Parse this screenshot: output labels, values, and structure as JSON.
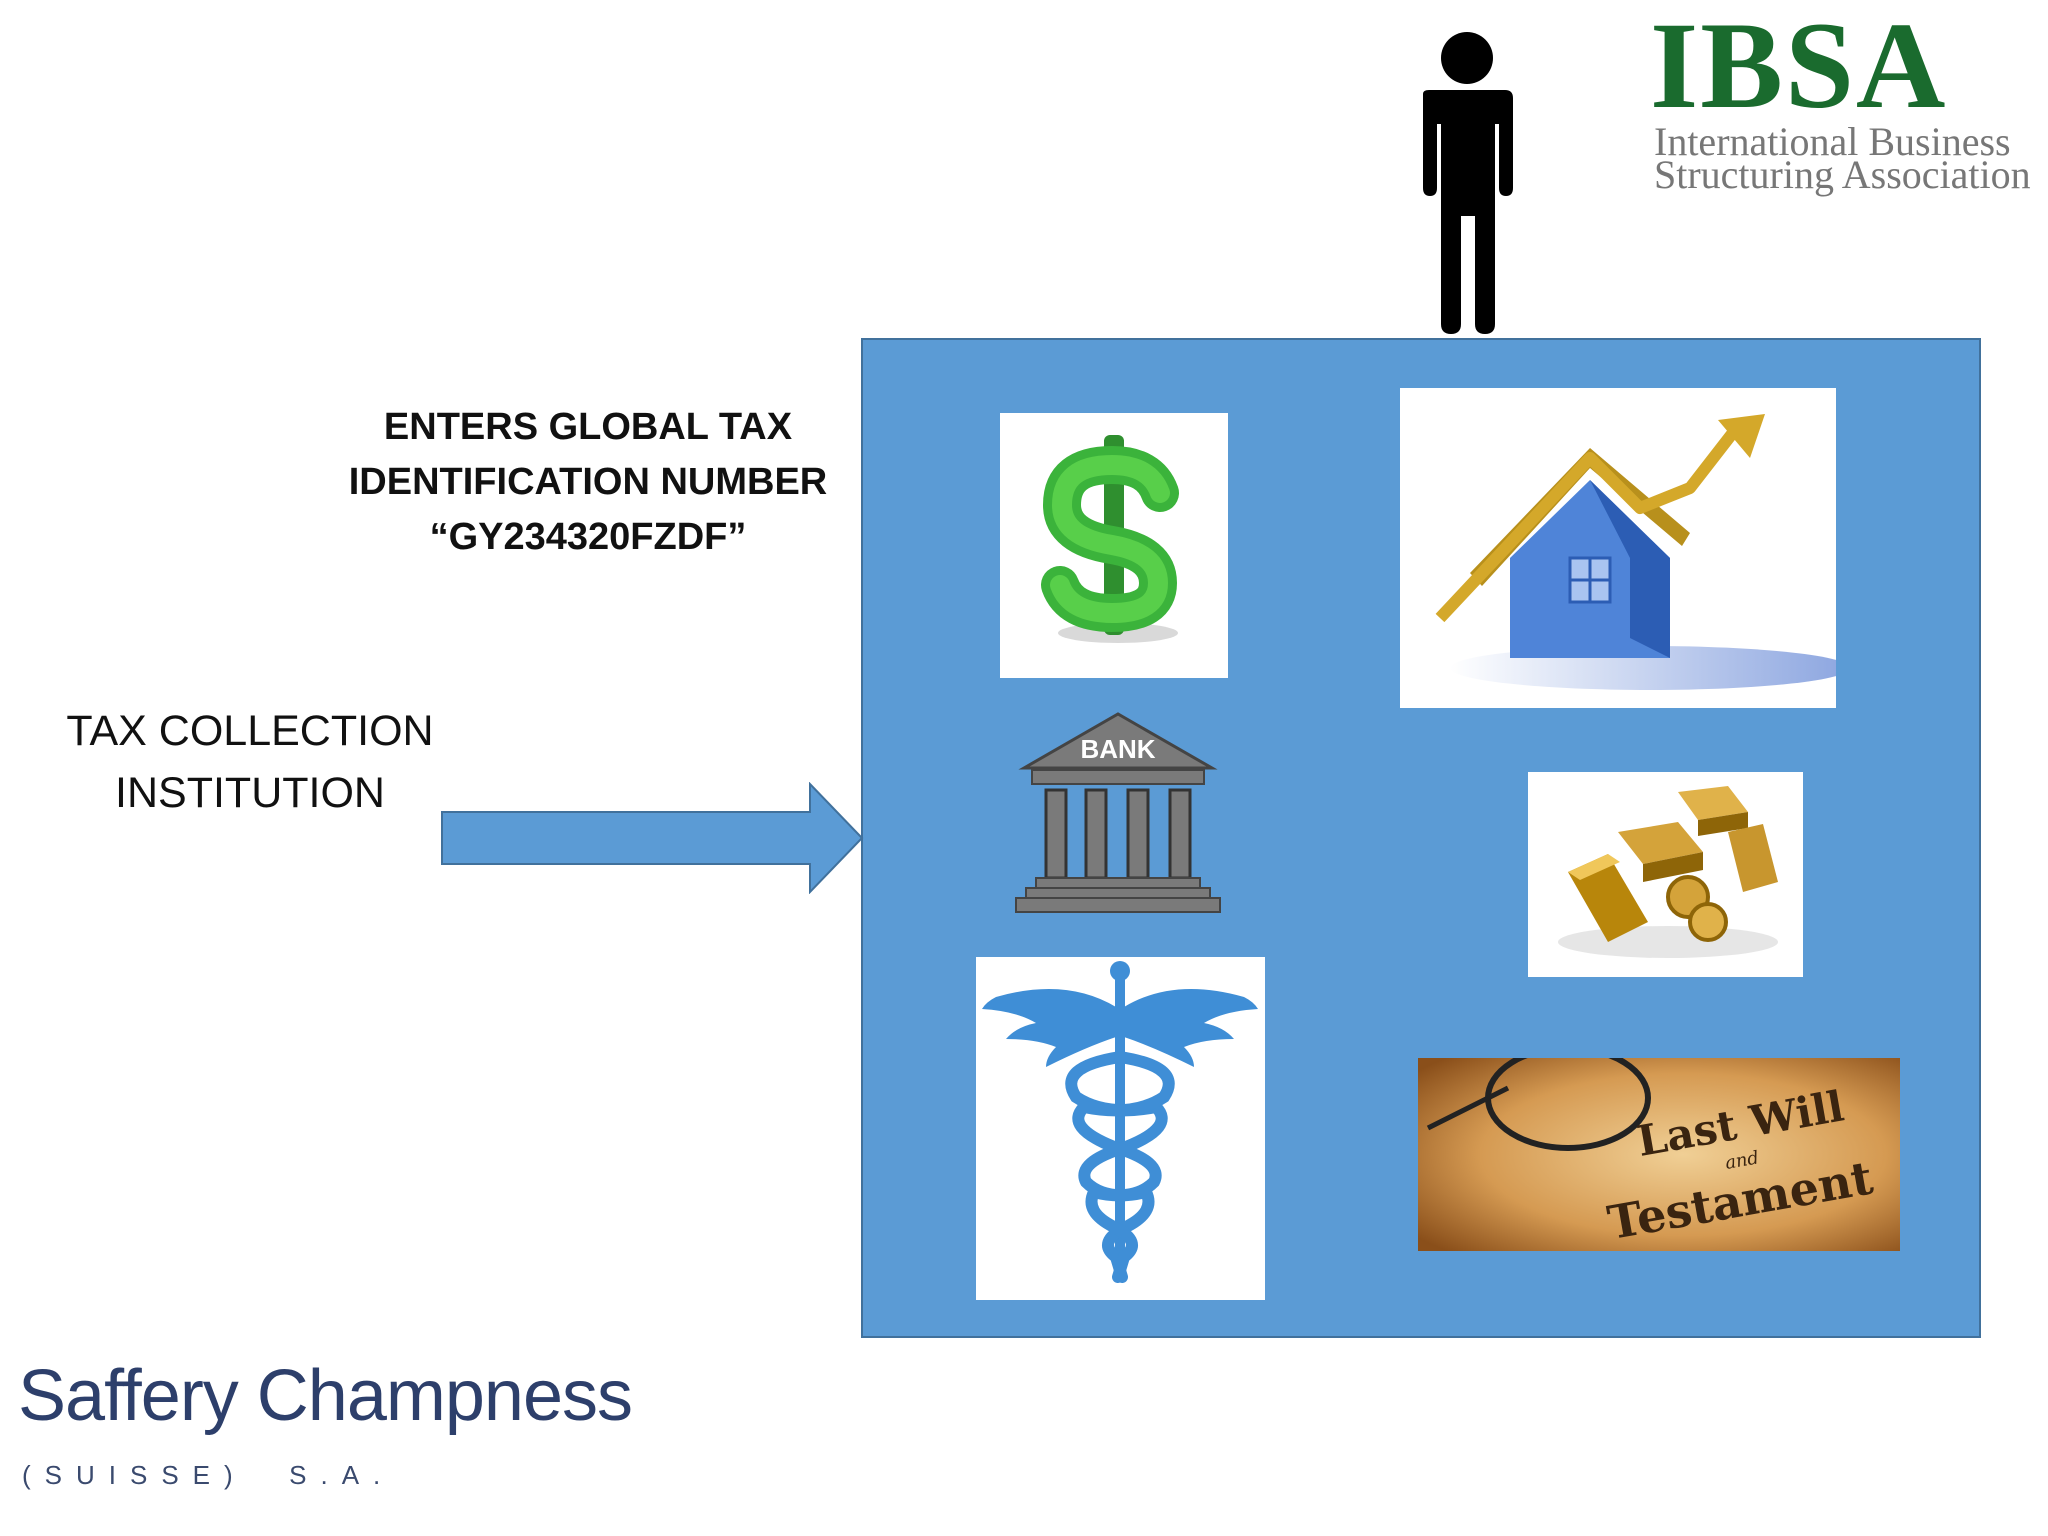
{
  "ibsa_logo": {
    "title": "IBSA",
    "subtitle_line1": "International Business",
    "subtitle_line2": "Structuring Association"
  },
  "gtin_label": {
    "line1": "ENTERS GLOBAL TAX",
    "line2": "IDENTIFICATION NUMBER",
    "line3": "“GY234320FZDF”"
  },
  "tax_label": {
    "line1": "TAX COLLECTION",
    "line2": "INSTITUTION"
  },
  "bank_icon": {
    "label": "BANK"
  },
  "will_image": {
    "line1": "Last Will",
    "line2": "and",
    "line3": "Testament"
  },
  "saffery_logo": {
    "name": "Saffery Champness",
    "subtitle": "(SUISSE)  S.A."
  },
  "icons": [
    "person-icon",
    "dollar-icon",
    "house-rising-icon",
    "bank-icon",
    "gold-bars-icon",
    "caduceus-icon",
    "last-will-icon"
  ],
  "colors": {
    "box_fill": "#5b9bd5",
    "box_border": "#41719c",
    "ibsa_green": "#1a6b2e",
    "saffery_navy": "#2d3f6b"
  }
}
